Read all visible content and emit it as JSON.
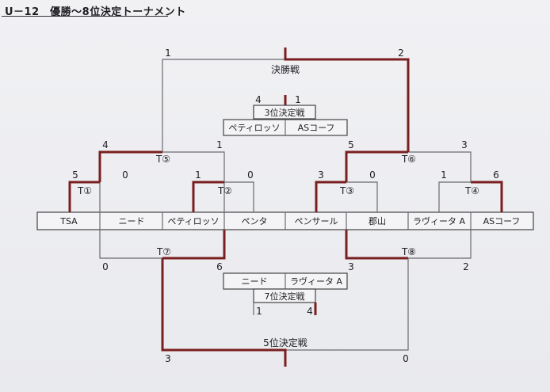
{
  "title": "U－12　優勝～8位決定トーナメント",
  "teams": [
    "TSA",
    "ニード",
    "ペティロッソ",
    "ペンタ",
    "ペンサール",
    "郡山",
    "ラヴィータ A",
    "ASコーフ"
  ],
  "matches": {
    "t1": {
      "label": "T①",
      "left": "5",
      "right": "0"
    },
    "t2": {
      "label": "T②",
      "left": "1",
      "right": "0"
    },
    "t3": {
      "label": "T③",
      "left": "3",
      "right": "0"
    },
    "t4": {
      "label": "T④",
      "left": "1",
      "right": "6"
    },
    "t5": {
      "label": "T⑤",
      "left": "4",
      "right": "1"
    },
    "t6": {
      "label": "T⑥",
      "left": "5",
      "right": "3"
    },
    "t7": {
      "label": "T⑦",
      "left": "0",
      "right": "6"
    },
    "t8": {
      "label": "T⑧",
      "left": "3",
      "right": "2"
    }
  },
  "final": {
    "label": "決勝戦",
    "left": "1",
    "right": "2"
  },
  "third_place": {
    "label": "3位決定戦",
    "left_team": "ペティロッソ",
    "right_team": "ASコーフ",
    "left": "4",
    "right": "1"
  },
  "seventh_place": {
    "label": "7位決定戦",
    "left_team": "ニード",
    "right_team": "ラヴィータ A",
    "left": "1",
    "right": "4"
  },
  "fifth_place": {
    "label": "5位決定戦",
    "left": "3",
    "right": "0"
  },
  "colors": {
    "winner_line": "#7a1f1f",
    "line": "#6a6a70"
  }
}
